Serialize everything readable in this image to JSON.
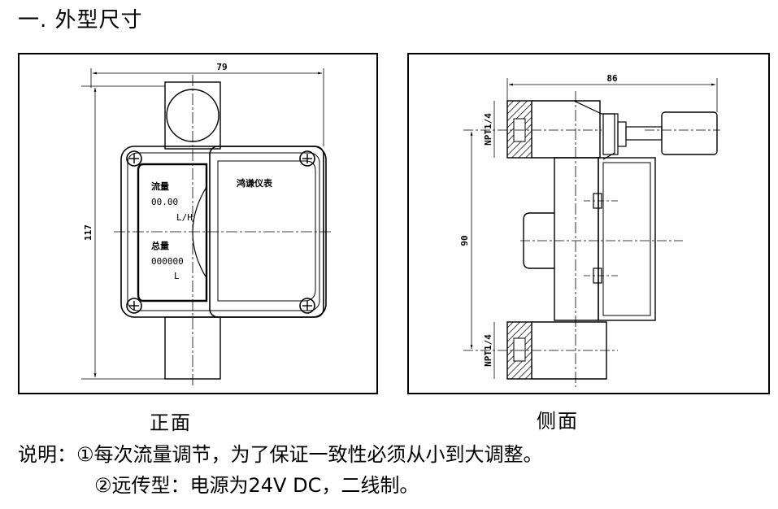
{
  "heading": "一. 外型尺寸",
  "front_view": {
    "caption": "正面",
    "dim_width": "79",
    "dim_height": "117",
    "device_label": "鸿谦仪表",
    "display": {
      "flow_label": "流量",
      "flow_value": "00.00",
      "flow_unit": "L/H",
      "total_label": "总量",
      "total_value": "000000",
      "total_unit": "L"
    }
  },
  "side_view": {
    "caption": "侧面",
    "dim_width": "86",
    "dim_height": "90",
    "thread_top": "NPT1/4",
    "thread_bottom": "NPT1/4"
  },
  "notes": {
    "label": "说明：",
    "line1": "①每次流量调节，为了保证一致性必须从小到大调整。",
    "line2": "②远传型：电源为24V DC，二线制。"
  }
}
